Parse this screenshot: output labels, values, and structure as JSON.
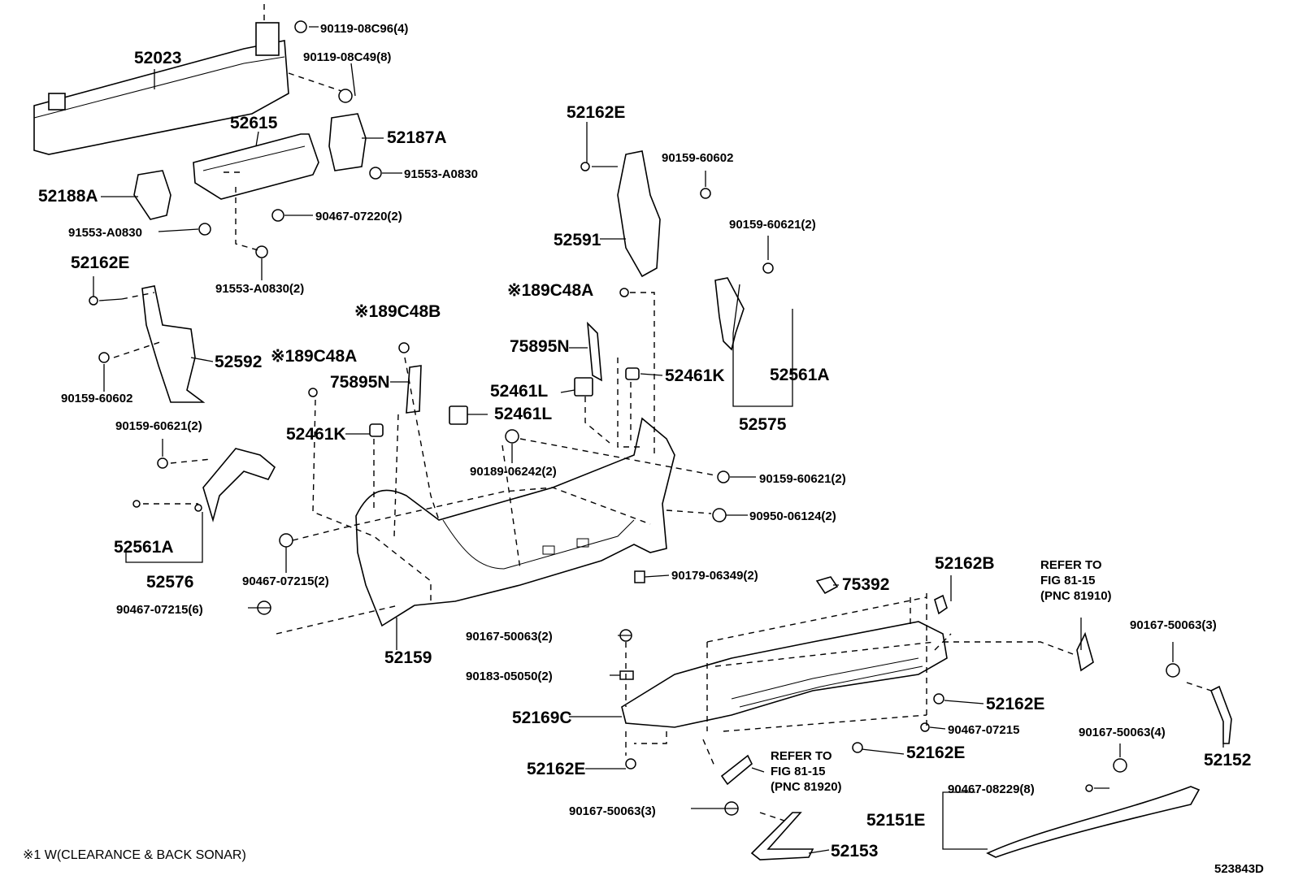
{
  "diagram_id": "523843D",
  "footnote": "※1  W(CLEARANCE & BACK SONAR)",
  "parts": {
    "p52023": "52023",
    "p52615": "52615",
    "p52187A": "52187A",
    "p52188A": "52188A",
    "p52162E_a": "52162E",
    "p52592": "52592",
    "p52561A_a": "52561A",
    "p52576": "52576",
    "p52159": "52159",
    "p52162E_b": "52162E",
    "p52591": "52591",
    "p52561A_b": "52561A",
    "p52575": "52575",
    "p52461K_a": "52461K",
    "p52461L_a": "52461L",
    "p52461L_b": "52461L",
    "p75895N_a": "75895N",
    "p75895N_b": "75895N",
    "p52461K_b": "52461K",
    "p189C48B": "※189C48B",
    "p189C48A_a": "※189C48A",
    "p189C48A_b": "※189C48A",
    "p52162B": "52162B",
    "p75392": "75392",
    "p52169C": "52169C",
    "p52162E_c": "52162E",
    "p52162E_d": "52162E",
    "p52162E_e": "52162E",
    "p52152": "52152",
    "p52151E": "52151E",
    "p52153": "52153"
  },
  "fasteners": {
    "f1": "90119-08C96(4)",
    "f2": "90119-08C49(8)",
    "f3": "91553-A0830",
    "f4": "90467-07220(2)",
    "f5": "91553-A0830",
    "f6": "91553-A0830(2)",
    "f7": "90159-60602",
    "f8": "90159-60621(2)",
    "f9": "90159-60602",
    "f10": "90159-60621(2)",
    "f11": "90189-06242(2)",
    "f12": "90159-60621(2)",
    "f13": "90950-06124(2)",
    "f14": "90467-07215(2)",
    "f15": "90179-06349(2)",
    "f16": "90467-07215(6)",
    "f17": "90167-50063(2)",
    "f18": "90183-05050(2)",
    "f19": "90467-07215",
    "f20": "90167-50063(3)",
    "f21": "90167-50063(4)",
    "f22": "90467-08229(8)",
    "f23": "90167-50063(3)"
  },
  "refs": {
    "r1": {
      "l1": "REFER TO",
      "l2": "FIG 81-15",
      "l3": "(PNC 81910)"
    },
    "r2": {
      "l1": "REFER TO",
      "l2": "FIG 81-15",
      "l3": "(PNC 81920)"
    }
  }
}
